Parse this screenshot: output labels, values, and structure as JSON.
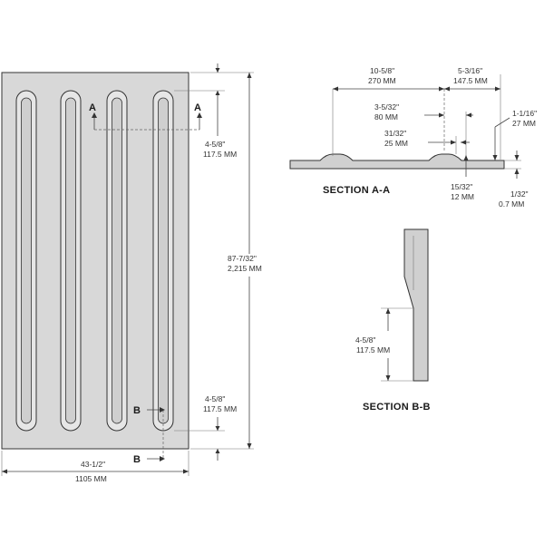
{
  "colors": {
    "panel_fill": "#d8d8d8",
    "line": "#333333",
    "background": "#ffffff"
  },
  "plan_view": {
    "cut_marks": {
      "a_left": "A",
      "a_right": "A",
      "b_upper": "B",
      "b_lower": "B"
    },
    "dims": {
      "top_offset_in": "4-5/8\"",
      "top_offset_mm": "117.5 MM",
      "height_in": "87-7/32\"",
      "height_mm": "2,215 MM",
      "bottom_offset_in": "4-5/8\"",
      "bottom_offset_mm": "117.5 MM",
      "width_in": "43-1/2\"",
      "width_mm": "1105 MM"
    }
  },
  "section_a": {
    "title": "SECTION A-A",
    "dims": {
      "spacing_in": "10-5/8\"",
      "spacing_mm": "270 MM",
      "edge_in": "5-3/16\"",
      "edge_mm": "147.5 MM",
      "bar_width_in": "3-5/32\"",
      "bar_width_mm": "80 MM",
      "bar_top_in": "31/32\"",
      "bar_top_mm": "25 MM",
      "thickness_in": "1-1/16\"",
      "thickness_mm": "27 MM",
      "bar_height_in": "15/32\"",
      "bar_height_mm": "12 MM",
      "base_in": "1/32\"",
      "base_mm": "0.7 MM"
    }
  },
  "section_b": {
    "title": "SECTION B-B",
    "dims": {
      "offset_in": "4-5/8\"",
      "offset_mm": "117.5 MM"
    }
  }
}
